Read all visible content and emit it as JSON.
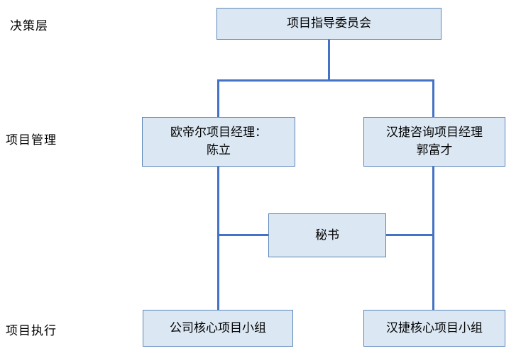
{
  "colors": {
    "line": "#4472c4",
    "box_fill": "#dbe8f4",
    "box_border": "#5b85b8",
    "text": "#000000",
    "background": "#ffffff"
  },
  "row_labels": [
    {
      "id": "decision",
      "label": "决策层"
    },
    {
      "id": "management",
      "label": "项目管理"
    },
    {
      "id": "execution",
      "label": "项目执行"
    }
  ],
  "nodes": {
    "steering_committee": {
      "label": "项目指导委员会"
    },
    "odier_pm": {
      "line1": "欧帝尔项目经理：",
      "line2": "陈立"
    },
    "hanjie_pm": {
      "line1": "汉捷咨询项目经理",
      "line2": "郭富才"
    },
    "secretary": {
      "label": "秘书"
    },
    "company_core_team": {
      "label": "公司核心项目小组"
    },
    "hanjie_core_team": {
      "label": "汉捷核心项目小组"
    }
  }
}
